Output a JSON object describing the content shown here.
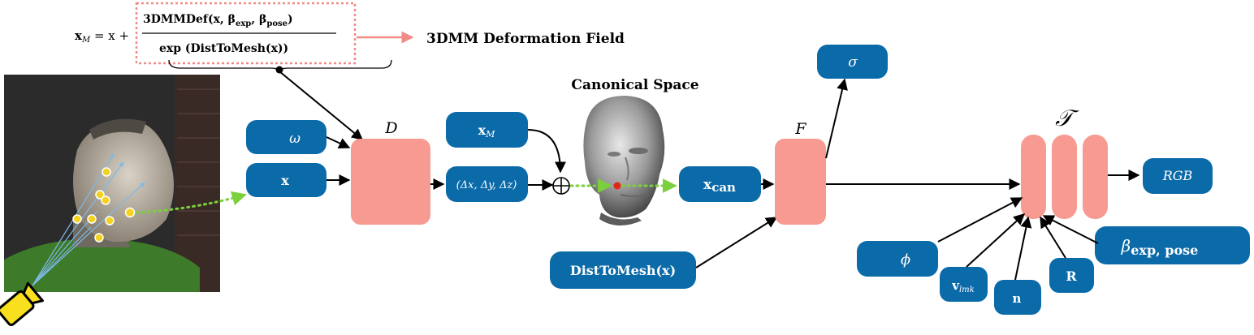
{
  "equation": {
    "lhs": "x",
    "lhs_sub": "M",
    "equals": " = x + ",
    "numerator": "3DMMDef(x, β",
    "numerator_exp": "exp",
    "numerator_mid": ", β",
    "numerator_pose": "pose",
    "numerator_close": ")",
    "denominator": "exp (DistToMesh(x))"
  },
  "deformation_field_label": "3DMM Deformation Field",
  "canonical_space_label": "Canonical Space",
  "nodes": {
    "omega": "ω",
    "x": "x",
    "D": "D",
    "xM_main": "x",
    "xM_sub": "M",
    "delta": "(Δx, Δy, Δz)",
    "oplus": "⊕",
    "xcan_main": "x",
    "xcan_sub": "can",
    "F": "F",
    "sigma": "σ",
    "dist": "DistToMesh(x)",
    "T": "𝒯",
    "rgb": "RGB",
    "phi": "ϕ",
    "vlmk_main": "v",
    "vlmk_sub": "lmk",
    "n": "n",
    "R": "R",
    "beta_main": "β",
    "beta_sub": "exp, pose"
  },
  "colors": {
    "node_blue": "#0b6aa8",
    "block_salmon": "#f79a91",
    "dashed_box": "#f08c85",
    "green_ray": "#7ccf3d",
    "landmark": "#f4d21f",
    "camera": "#f8e01e",
    "red_dot": "#e0261b"
  }
}
